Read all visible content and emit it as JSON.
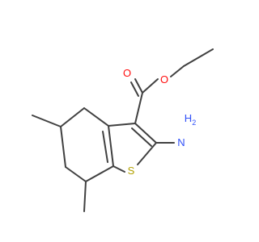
{
  "molecule": {
    "atoms": {
      "carbonyl_oxygen": {
        "symbol": "O",
        "color": "#ff0d0d"
      },
      "ester_oxygen": {
        "symbol": "O",
        "color": "#ff0d0d"
      },
      "ring_sulfur": {
        "symbol": "S",
        "color": "#b2a100"
      },
      "amino_nitrogen": {
        "symbol": "N",
        "color": "#3050f8"
      },
      "amino_hydrogens": {
        "symbol": "H",
        "subscript": "2",
        "color": "#3050f8"
      }
    },
    "colors": {
      "bond": "#404040",
      "background": "#ffffff"
    }
  }
}
